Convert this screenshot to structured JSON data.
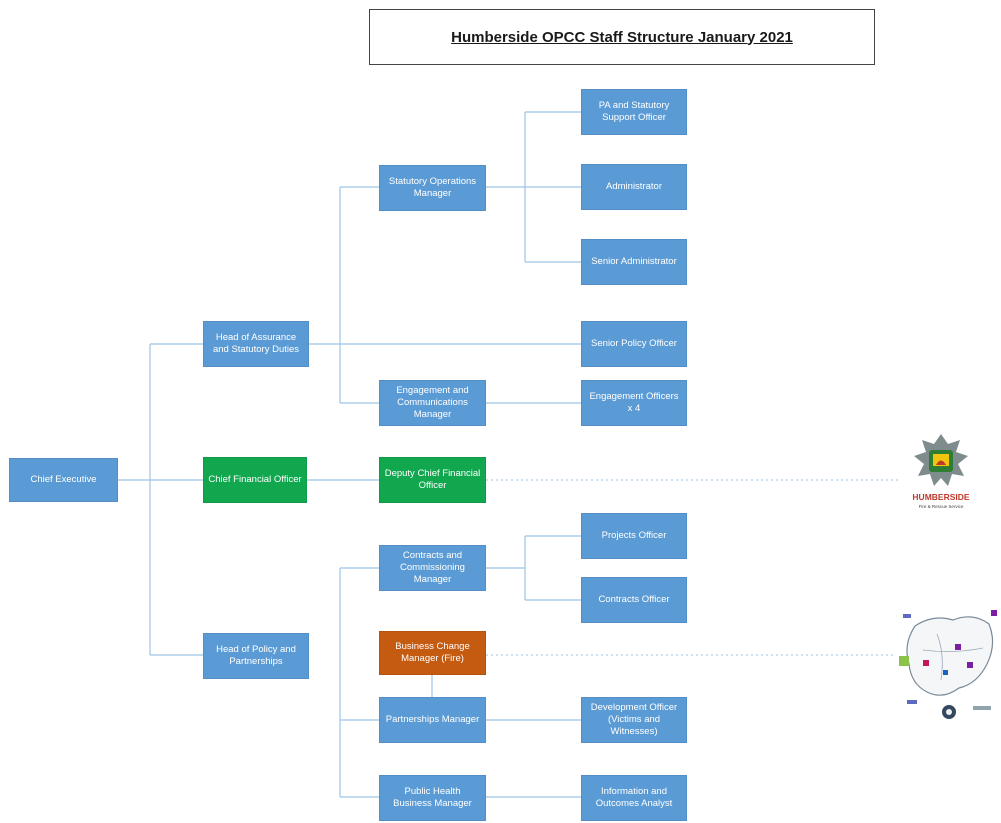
{
  "title": "Humberside OPCC Staff Structure January 2021",
  "colors": {
    "blue": "#5b9bd5",
    "green": "#11a74f",
    "orange": "#c55a11",
    "connector": "#9dc3e6"
  },
  "nodes": {
    "chief_executive": "Chief Executive",
    "head_assurance": "Head of Assurance and Statutory Duties",
    "chief_financial_officer": "Chief Financial Officer",
    "head_policy": "Head of Policy and Partnerships",
    "statutory_ops_manager": "Statutory Operations Manager",
    "engagement_comms_manager": "Engagement and Communications Manager",
    "deputy_cfo": "Deputy Chief Financial Officer",
    "contracts_commissioning_manager": "Contracts and Commissioning Manager",
    "business_change_manager": "Business Change Manager (Fire)",
    "partnerships_manager": "Partnerships Manager",
    "public_health_manager": "Public Health Business Manager",
    "pa_statutory_support": "PA and Statutory Support Officer",
    "administrator": "Administrator",
    "senior_administrator": "Senior Administrator",
    "senior_policy_officer": "Senior Policy Officer",
    "engagement_officers": "Engagement Officers x 4",
    "projects_officer": "Projects Officer",
    "contracts_officer": "Contracts Officer",
    "development_officer": "Development Officer (Victims and Witnesses)",
    "information_analyst": "Information and Outcomes Analyst"
  },
  "logos": {
    "fire_service_name": "HUMBERSIDE",
    "fire_service_sub": "Fire & Rescue Service"
  }
}
